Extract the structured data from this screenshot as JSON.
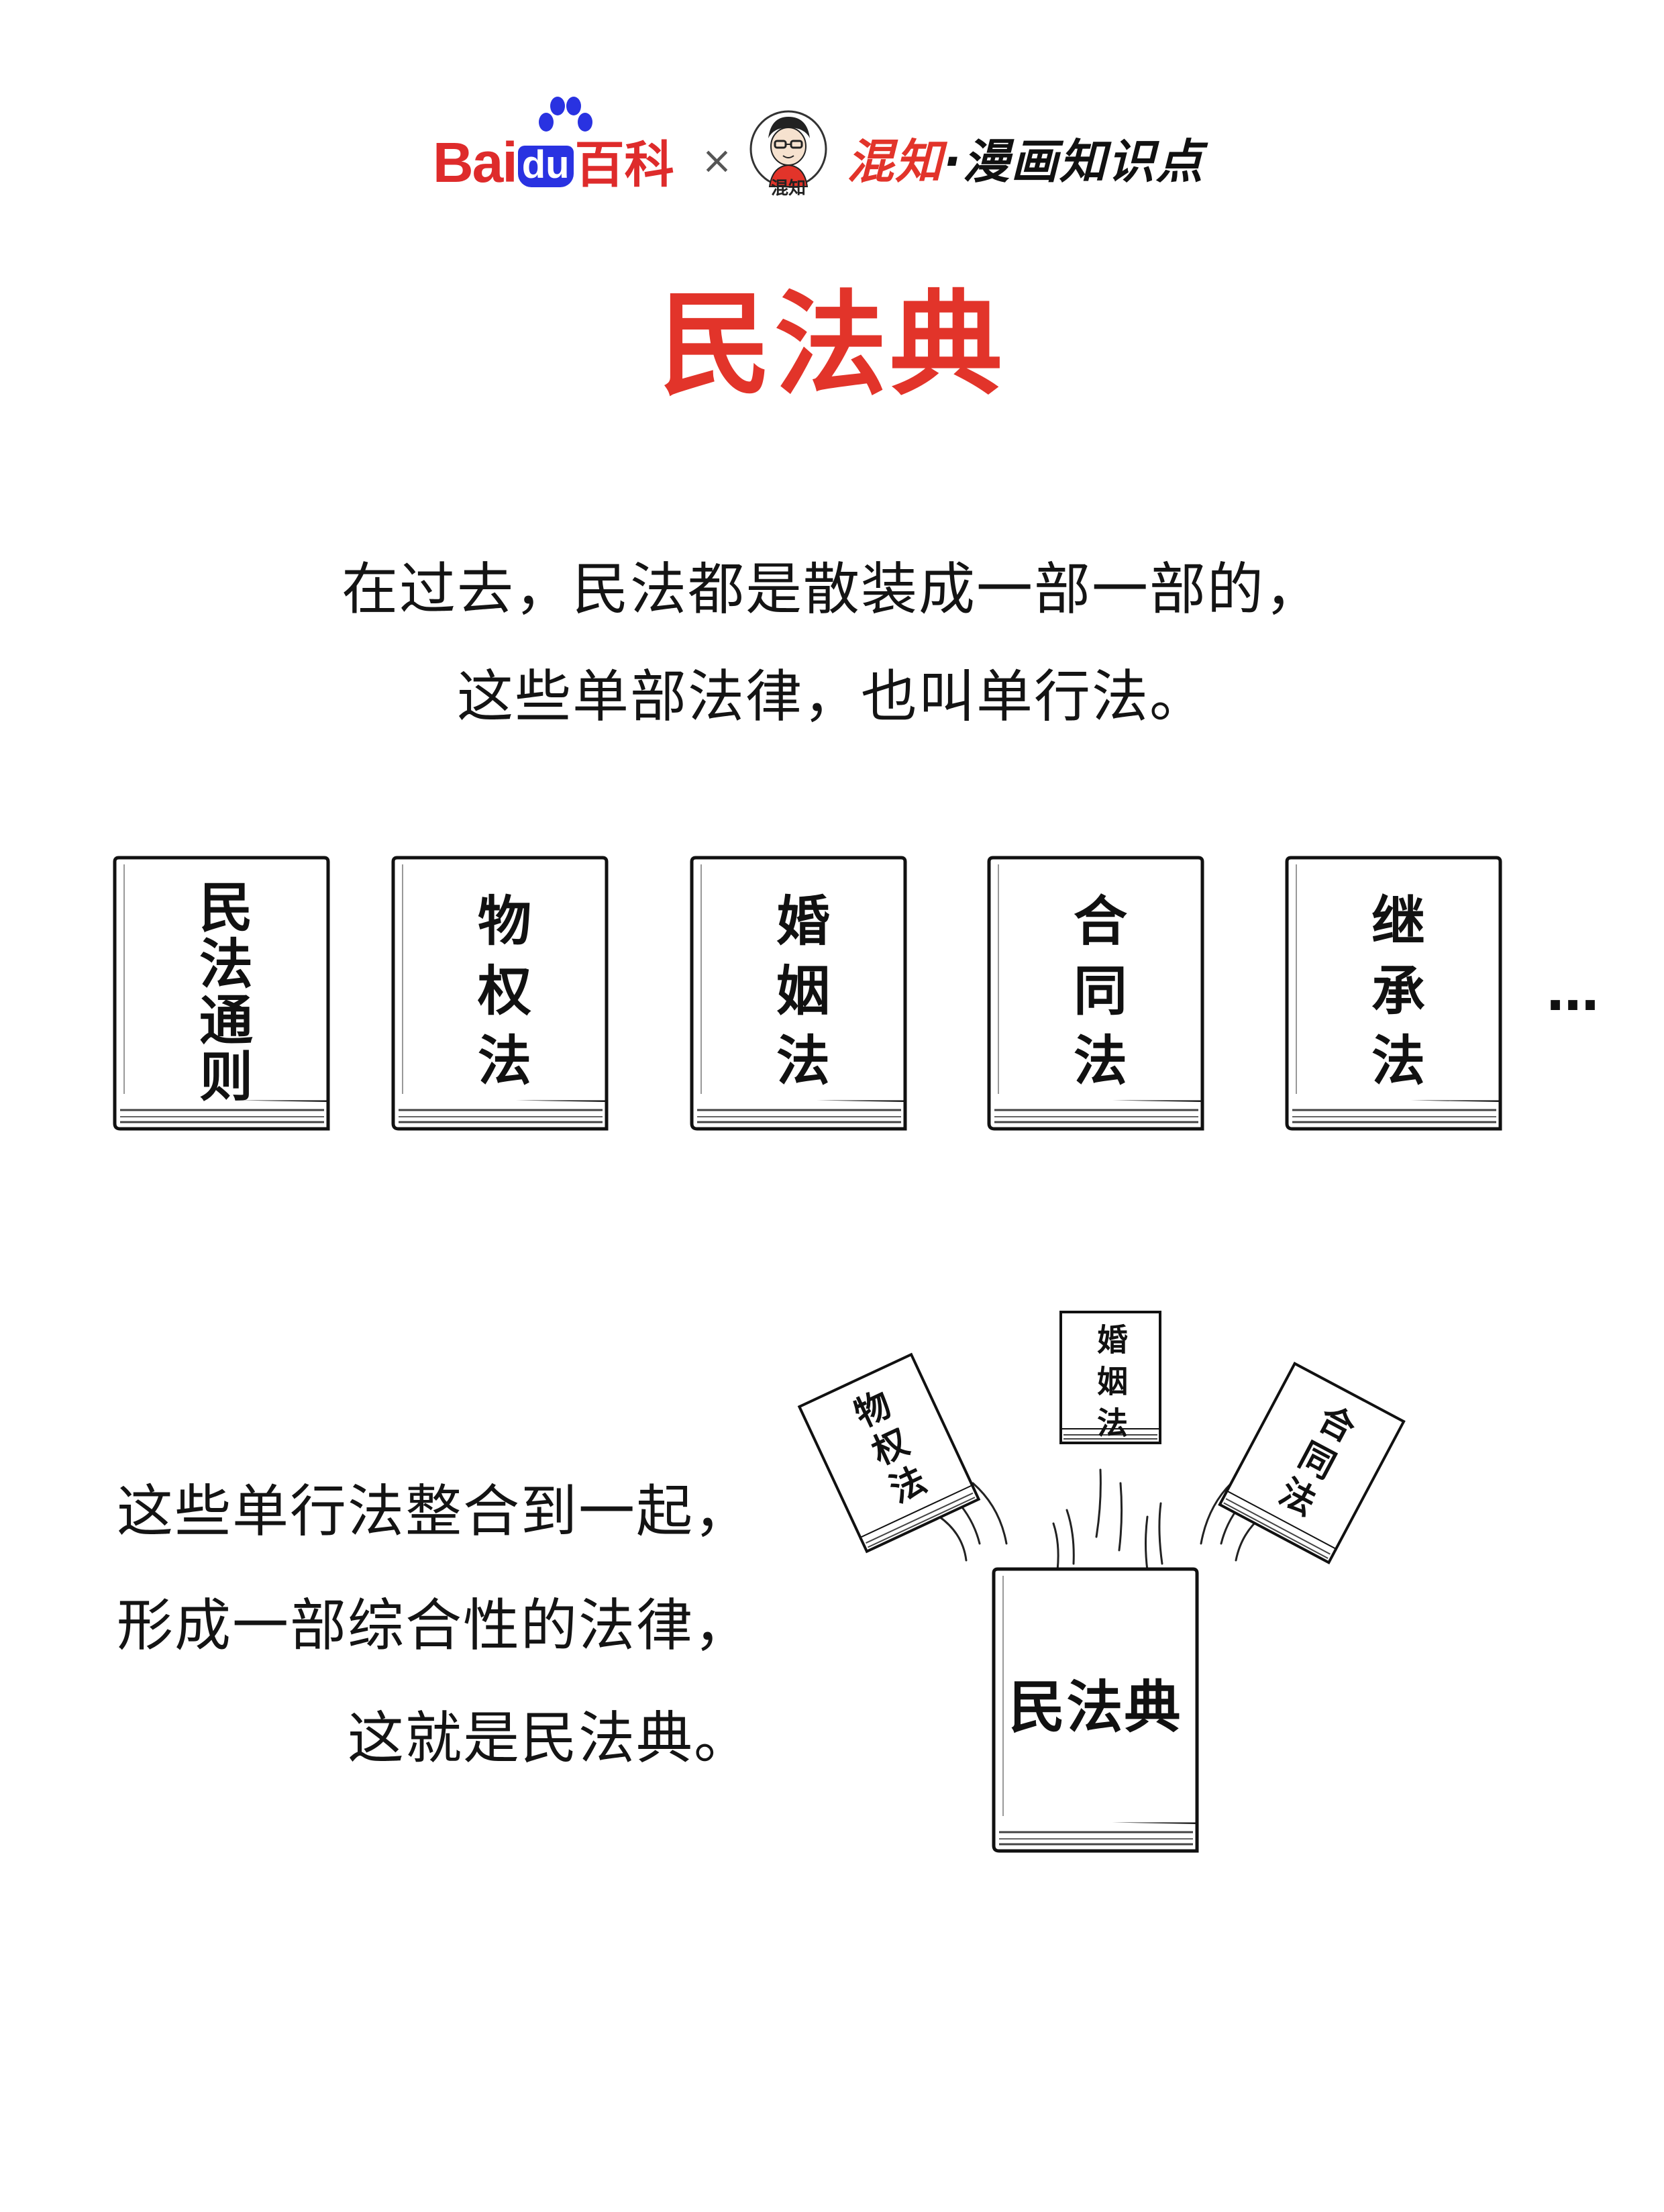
{
  "header": {
    "baidu_bai": "Bai",
    "baidu_du": "du",
    "baidu_baike": "百科",
    "times": "×",
    "avatar_caption": "混知",
    "brand_accent": "混知",
    "brand_rest": "·漫画知识点"
  },
  "title": "民法典",
  "para1": {
    "line1": "在过去，民法都是散装成一部一部的，",
    "line2": "这些单部法律，也叫单行法。"
  },
  "books": [
    {
      "title": "民法通则"
    },
    {
      "title": "物权法"
    },
    {
      "title": "婚姻法"
    },
    {
      "title": "合同法"
    },
    {
      "title": "继承法"
    }
  ],
  "ellipsis": "…",
  "para2": {
    "line1": "这些单行法整合到一起，",
    "line2": "形成一部综合性的法律，",
    "line3": "这就是民法典。"
  },
  "merge": {
    "flying_books": [
      {
        "title": "物权法"
      },
      {
        "title": "婚姻法"
      },
      {
        "title": "合同法"
      }
    ],
    "code_book_title": "民法典"
  },
  "colors": {
    "accent_red": "#e2342a",
    "baidu_blue": "#2932e1",
    "text": "#141414"
  }
}
